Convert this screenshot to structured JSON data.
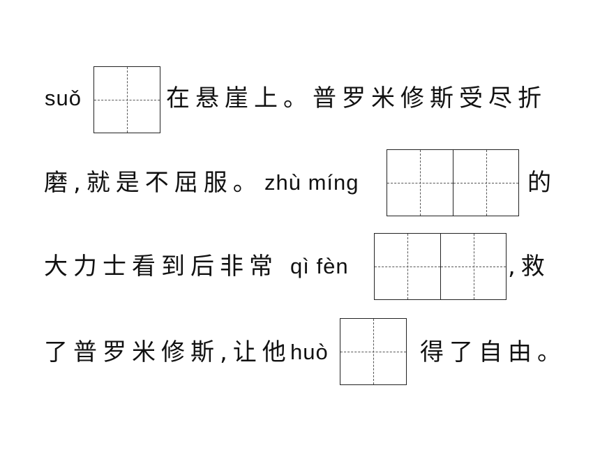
{
  "lines": [
    {
      "pinyin": "suǒ",
      "text_after": "在悬崖上。普罗米修斯受尽折"
    },
    {
      "text_before": "磨,就是不屈服。",
      "pinyin": "zhù míng",
      "text_after": "的"
    },
    {
      "text_before": "大力士看到后非常",
      "pinyin": "qì fèn",
      "text_after": ",救"
    },
    {
      "text_before": "了普罗米修斯,让他",
      "pinyin": "huò",
      "text_after": "得了自由。"
    }
  ]
}
